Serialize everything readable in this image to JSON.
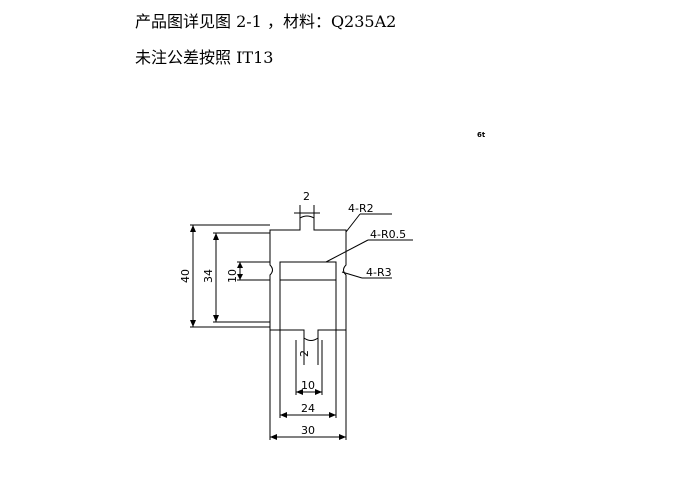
{
  "text": {
    "line1": "产品图详见图 2-1 ，材料：Q235A2",
    "line2": "未注公差按照 IT13",
    "corner_mark": "6t"
  },
  "drawing": {
    "callouts": {
      "r2": "4-R2",
      "r05": "4-R0.5",
      "r3": "4-R3"
    },
    "dimensions": {
      "top_slot": "2",
      "bottom_slot": "2",
      "h40": "40",
      "h34": "34",
      "h10": "10",
      "w10": "10",
      "w24": "24",
      "w30": "30"
    }
  }
}
